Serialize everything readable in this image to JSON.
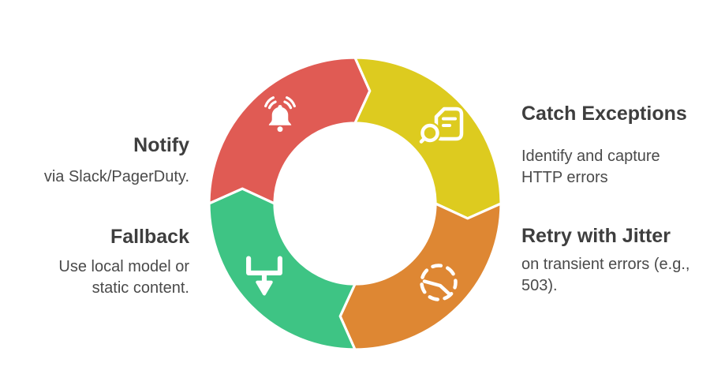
{
  "background_color": "#ffffff",
  "diagram": {
    "type": "cycle-donut",
    "divider_color": "#ffffff",
    "icon_color": "#ffffff",
    "heading_color": "#3e3e3e",
    "body_color": "#4a4a4a",
    "steps": [
      {
        "id": "notify",
        "label": "Notify",
        "description": "via Slack/PagerDuty.",
        "color": "#e05b54",
        "icon": "bell-alert-icon",
        "position": "top-left"
      },
      {
        "id": "catch-exceptions",
        "label": "Catch Exceptions",
        "description": "Identify and capture HTTP errors",
        "color": "#ddcb1f",
        "icon": "document-search-icon",
        "position": "top-right"
      },
      {
        "id": "retry-with-jitter",
        "label": "Retry with Jitter",
        "description": "on transient errors (e.g., 503).",
        "color": "#de8733",
        "icon": "dashed-circle-jitter-icon",
        "position": "bottom-right"
      },
      {
        "id": "fallback",
        "label": "Fallback",
        "description": "Use local model or static content.",
        "color": "#3ec484",
        "icon": "merge-down-arrow-icon",
        "position": "bottom-left"
      }
    ]
  }
}
